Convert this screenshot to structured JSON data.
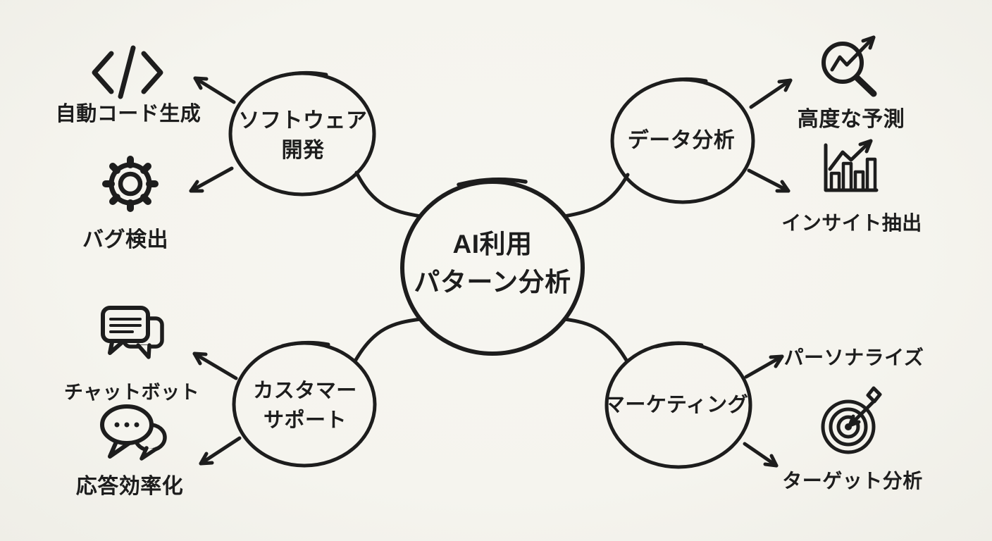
{
  "diagram_type": "mindmap",
  "colors": {
    "background": "#f5f4ee",
    "ink": "#1d1d1d"
  },
  "center": {
    "title_line1": "AI利用",
    "title_line2": "パターン分析"
  },
  "branches": {
    "software_dev": {
      "label_line1": "ソフトウェア",
      "label_line2": "開発",
      "leaves": {
        "auto_code_generation": {
          "label": "自動コード生成",
          "icon": "code-icon"
        },
        "bug_detection": {
          "label": "バグ検出",
          "icon": "gear-icon"
        }
      }
    },
    "data_analysis": {
      "label": "データ分析",
      "leaves": {
        "advanced_prediction": {
          "label": "高度な予測",
          "icon": "magnifier-trend-icon"
        },
        "insight_extraction": {
          "label": "インサイト抽出",
          "icon": "bar-chart-growth-icon"
        }
      }
    },
    "customer_support": {
      "label_line1": "カスタマー",
      "label_line2": "サポート",
      "leaves": {
        "chatbot": {
          "label": "チャットボット",
          "icon": "chat-bubbles-lines-icon"
        },
        "response_efficiency": {
          "label": "応答効率化",
          "icon": "chat-bubbles-dots-icon"
        }
      }
    },
    "marketing": {
      "label": "マーケティング",
      "leaves": {
        "personalization": {
          "label": "パーソナライズ",
          "icon": null
        },
        "target_analysis": {
          "label": "ターゲット分析",
          "icon": "target-dart-icon"
        }
      }
    }
  }
}
